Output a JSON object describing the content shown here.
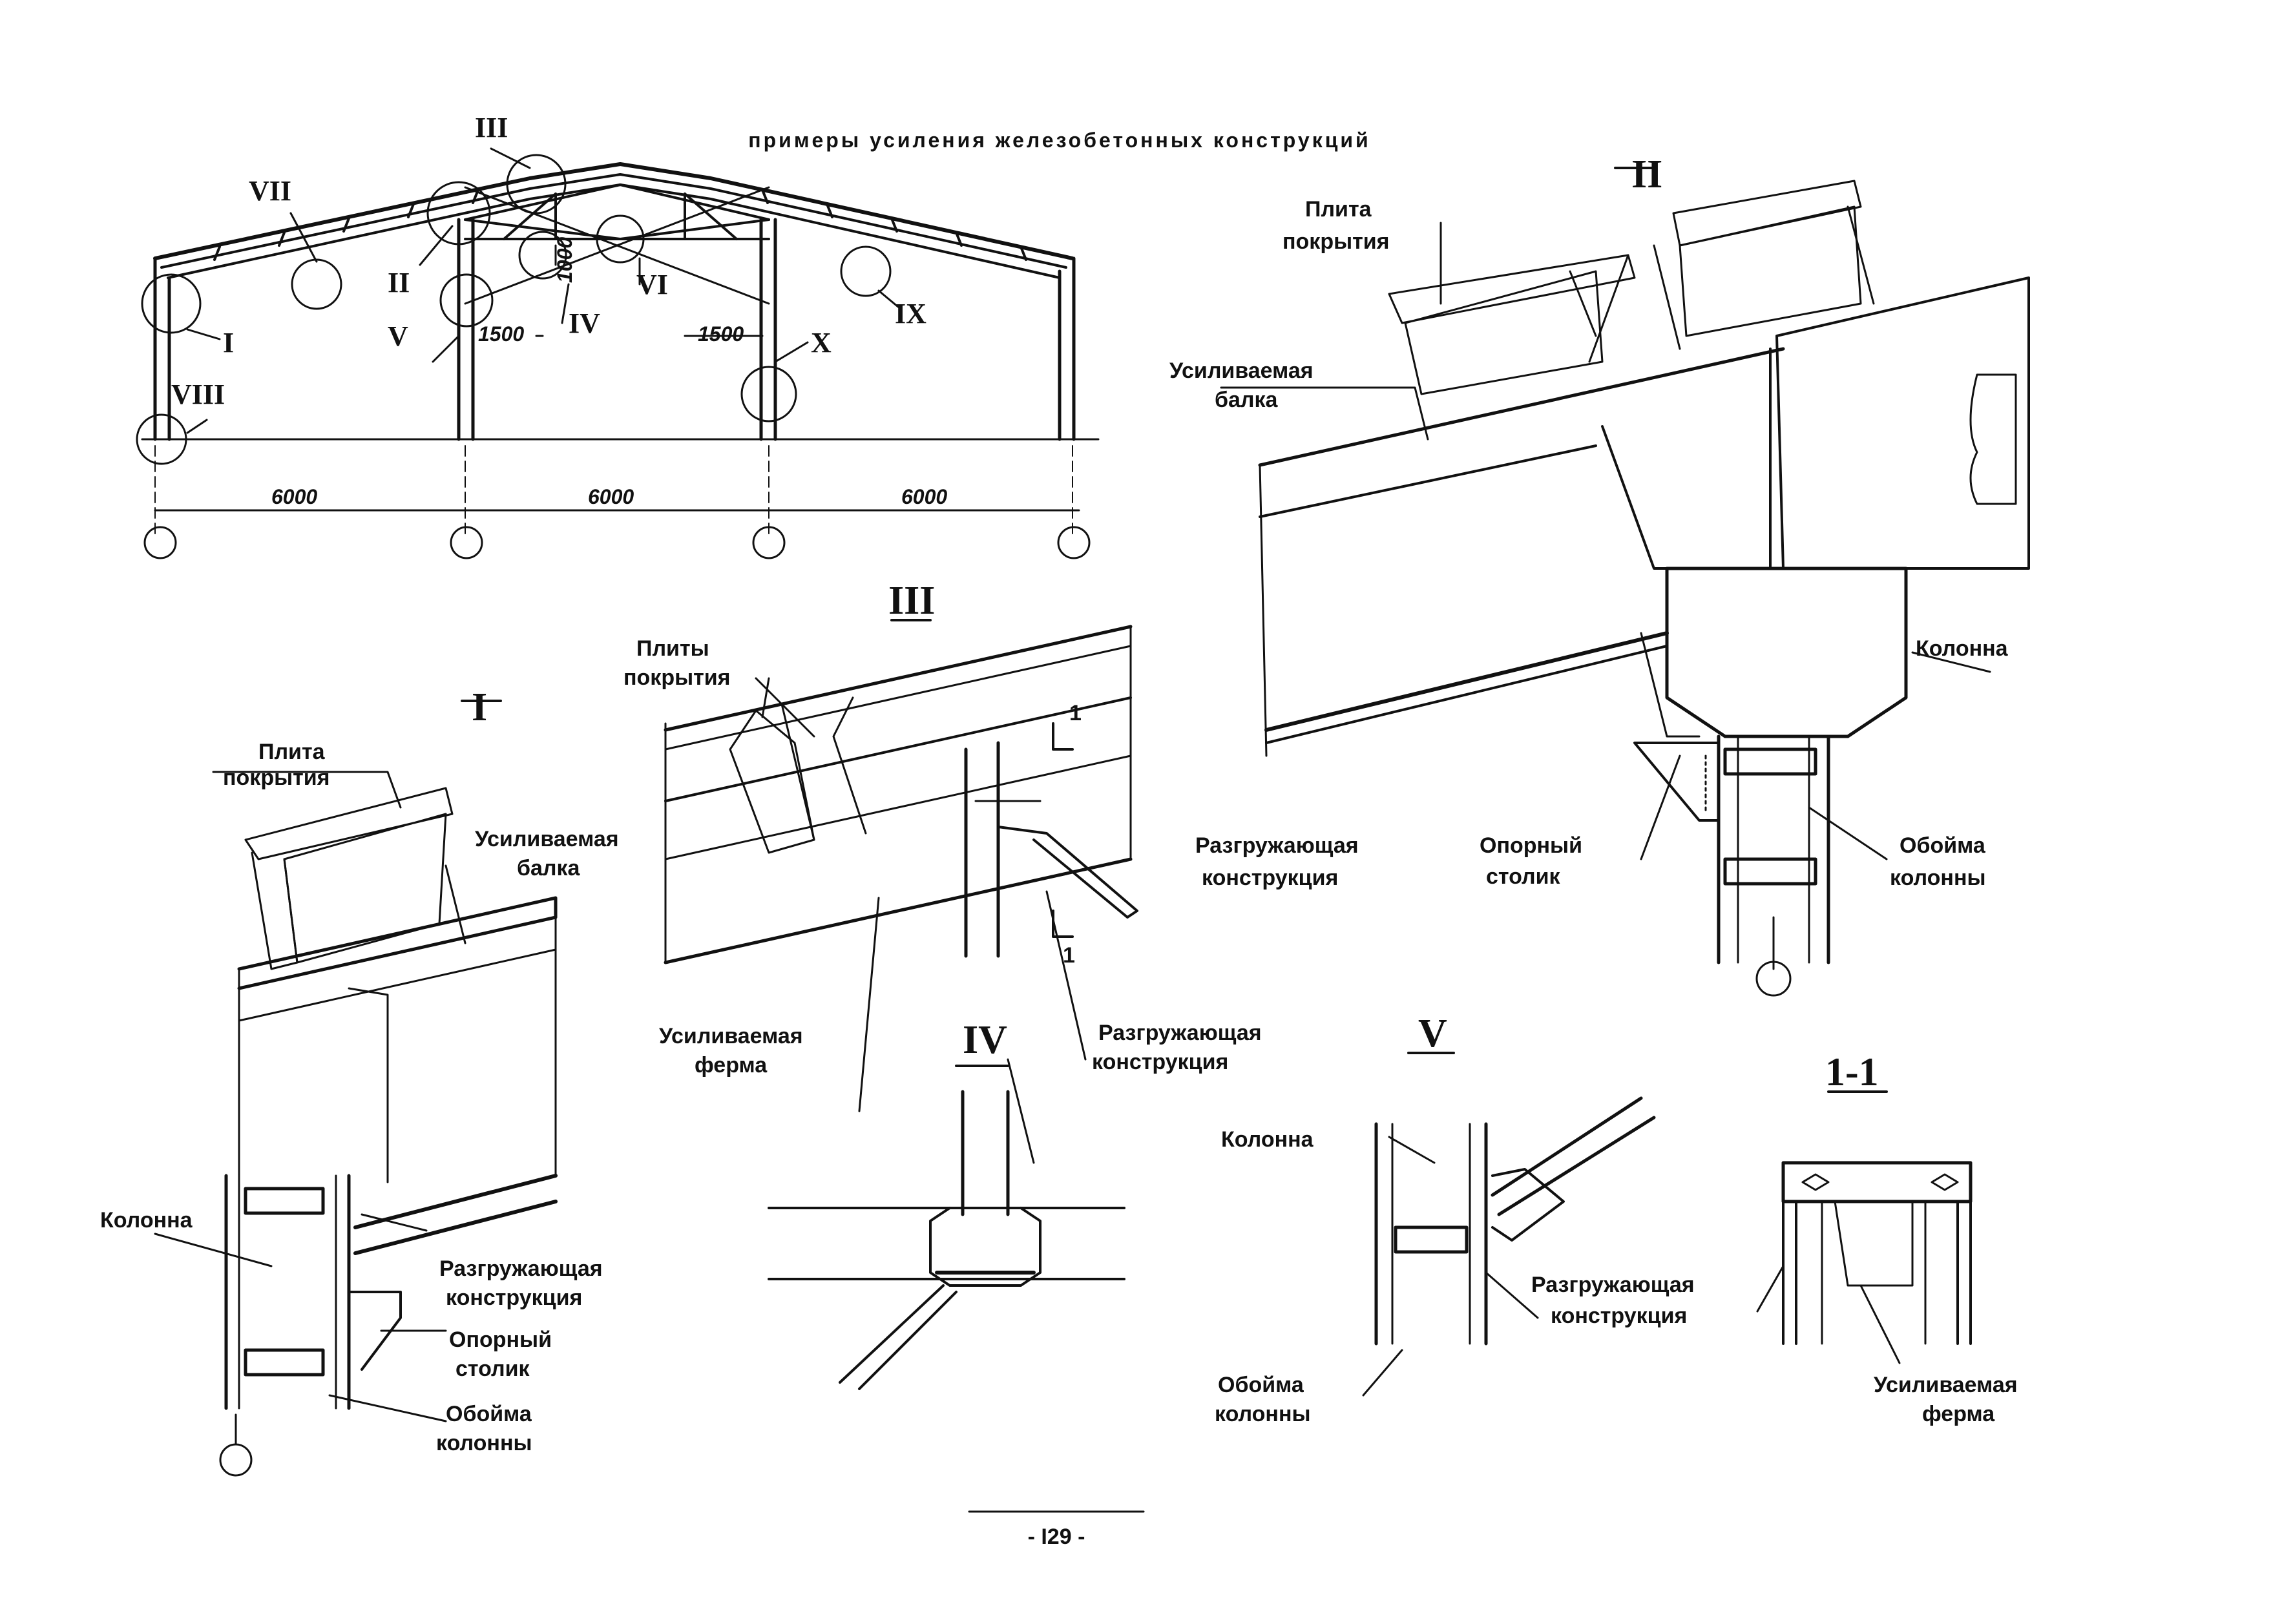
{
  "header": "примеры усиления железобетонных конструкций",
  "page_number": "- I29 -",
  "frame": {
    "callouts": [
      "I",
      "II",
      "III",
      "IV",
      "V",
      "VI",
      "VII",
      "VIII",
      "IX",
      "X"
    ],
    "dim_spans": [
      "6000",
      "6000",
      "6000"
    ],
    "dim_1500_left": "1500",
    "dim_1500_right": "1500",
    "dim_1000": "1000"
  },
  "detail_I": {
    "title": "I",
    "plate": [
      "Плита",
      "покрытия"
    ],
    "beam": [
      "Усиливаемая",
      "балка"
    ],
    "column": "Колонна",
    "unloading": [
      "Разгружающая",
      "конструкция"
    ],
    "support": [
      "Опорный",
      "столик"
    ],
    "jacket": [
      "Обойма",
      "колонны"
    ]
  },
  "detail_II": {
    "title": "II",
    "plate": [
      "Плита",
      "покрытия"
    ],
    "beam": [
      "Усиливаемая",
      "балка"
    ],
    "column": "Колонна",
    "unloading": [
      "Разгружающая",
      "конструкция"
    ],
    "support": [
      "Опорный",
      "столик"
    ],
    "jacket": [
      "Обойма",
      "колонны"
    ]
  },
  "detail_III": {
    "title": "III",
    "plates": [
      "Плиты",
      "покрытия"
    ],
    "truss": [
      "Усиливаемая",
      "ферма"
    ],
    "unloading": [
      "Разгружающая",
      "конструкция"
    ],
    "cut_mark": "1"
  },
  "detail_IV": {
    "title": "IV"
  },
  "detail_V": {
    "title": "V",
    "column": "Колонна",
    "unloading": [
      "Разгружающая",
      "конструкция"
    ],
    "jacket": [
      "Обойма",
      "колонны"
    ]
  },
  "section_1_1": {
    "title": "1-1",
    "truss": [
      "Усиливаемая",
      "ферма"
    ]
  }
}
